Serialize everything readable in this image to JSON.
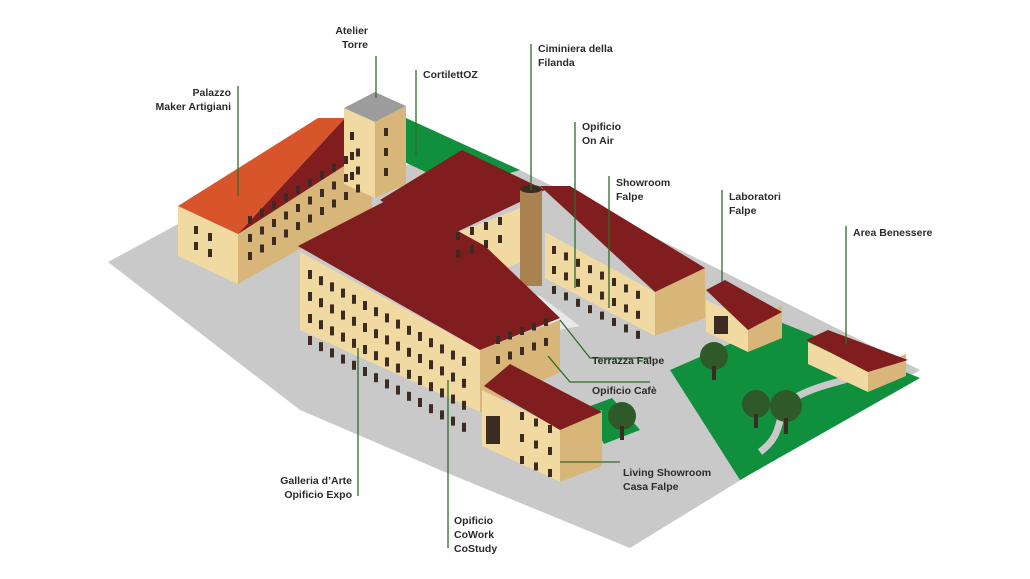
{
  "colors": {
    "ground": "#c9c9c9",
    "lawn": "#10903c",
    "wall_light": "#f1d9a2",
    "wall_shade": "#d8b679",
    "roof_dark": "#7f1d1f",
    "roof_light": "#d8552c",
    "tree": "#2e5a2a",
    "leader": "#2f6b2a"
  },
  "labels": {
    "atelier_torre": [
      "Atelier",
      "Torre"
    ],
    "cortilettoz": [
      "CortilettOZ"
    ],
    "ciminiera": [
      "Ciminiera della",
      "Filanda"
    ],
    "palazzo": [
      "Palazzo",
      "Maker Artigiani"
    ],
    "opificio_on_air": [
      "Opificio",
      "On Air"
    ],
    "showroom_falpe": [
      "Showroom",
      "Falpe"
    ],
    "laboratori_falpe": [
      "Laboratori",
      "Falpe"
    ],
    "area_benessere": [
      "Area Benessere"
    ],
    "terrazza_falpe": [
      "Terrazza Falpe"
    ],
    "opificio_cafe": [
      "Opificio Cafè"
    ],
    "living_showroom": [
      "Living Showroom",
      "Casa Falpe"
    ],
    "galleria": [
      "Galleria d’Arte",
      "Opificio Expo"
    ],
    "cowork": [
      "Opificio",
      "CoWork",
      "CoStudy"
    ]
  }
}
